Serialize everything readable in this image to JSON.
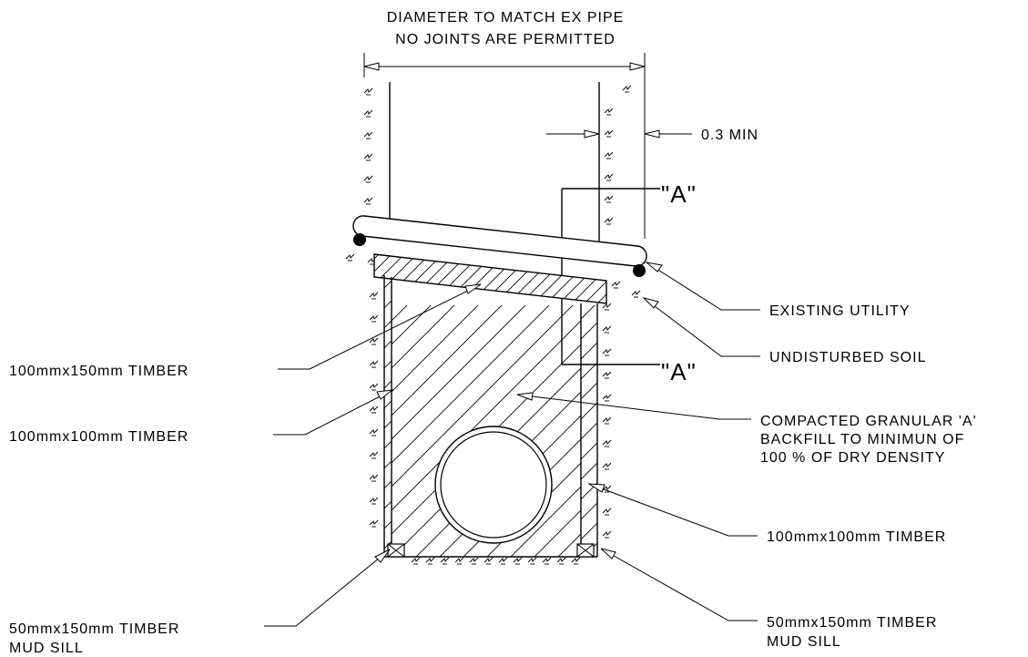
{
  "top_note": {
    "line1": "DIAMETER TO MATCH EX PIPE",
    "line2": "NO JOINTS ARE PERMITTED"
  },
  "labels": {
    "min_clearance": "0.3 MIN",
    "section_a_top": "\"A\"",
    "section_a_bottom": "\"A\"",
    "existing_utility": "EXISTING UTILITY",
    "undisturbed_soil": "UNDISTURBED SOIL",
    "timber_top": "100mmx150mm TIMBER",
    "timber_left": "100mmx100mm TIMBER",
    "backfill_line1": "COMPACTED GRANULAR 'A'",
    "backfill_line2": "BACKFILL TO MINIMUN OF",
    "backfill_line3": "100 % OF DRY DENSITY",
    "timber_right": "100mmx100mm TIMBER",
    "mud_sill_left_line1": "50mmx150mm TIMBER",
    "mud_sill_left_line2": "MUD SILL",
    "mud_sill_right_line1": "50mmx150mm TIMBER",
    "mud_sill_right_line2": "MUD SILL"
  },
  "icons": {
    "soil_symbol": "soil-hatch-icon",
    "arrowhead": "arrowhead-icon",
    "mud_sill_symbol": "cross-box-icon"
  },
  "colors": {
    "ink": "#000000",
    "background": "#ffffff"
  }
}
